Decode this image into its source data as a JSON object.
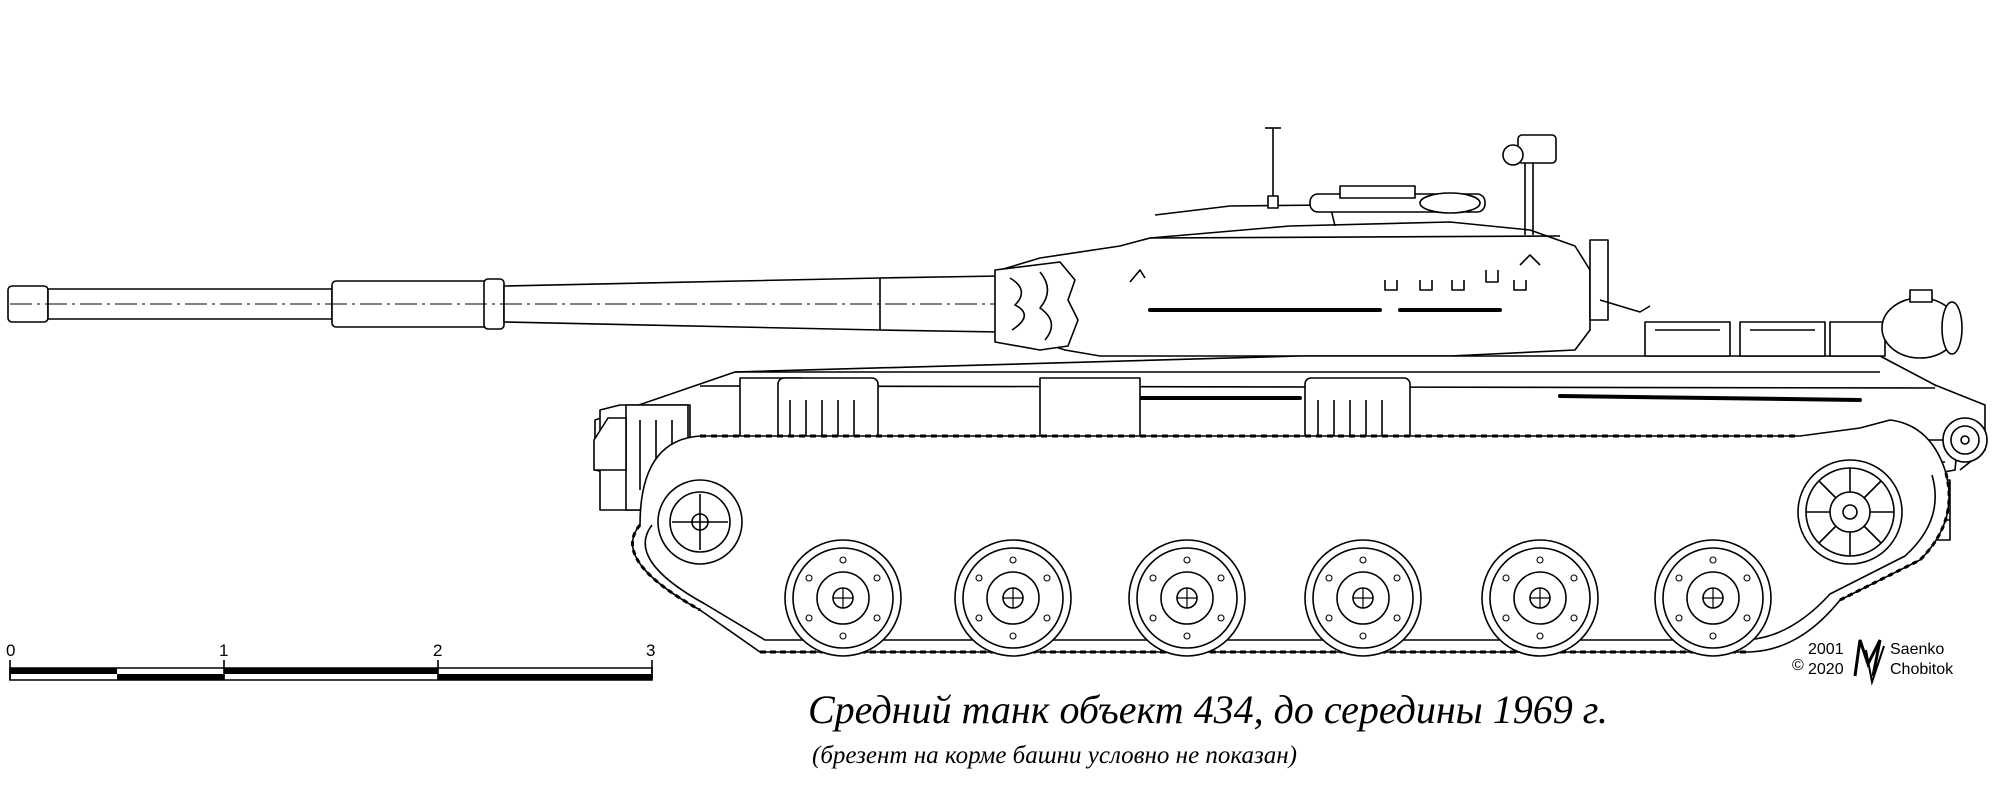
{
  "caption": {
    "title": "Средний танк объект 434, до середины 1969 г.",
    "subtitle": "(брезент на корме башни условно не показан)"
  },
  "scale_bar": {
    "labels": [
      "0",
      "1",
      "2",
      "3"
    ]
  },
  "credits": {
    "copyright": "©",
    "year_1": "2001",
    "year_2": "2020",
    "author_1": "Saenko",
    "author_2": "Chobitok",
    "monogram": "MV"
  },
  "colors": {
    "ink": "#000000",
    "paper": "#ffffff"
  },
  "icons": [
    "tank-side-view-drawing",
    "scale-bar",
    "author-monogram"
  ]
}
